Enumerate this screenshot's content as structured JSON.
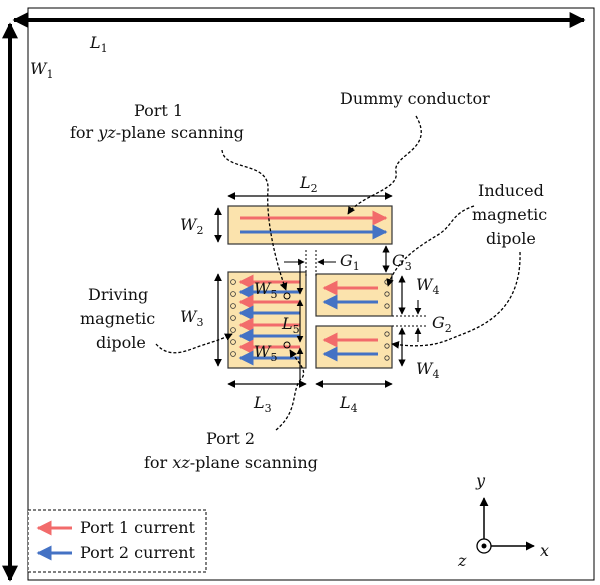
{
  "colors": {
    "patch_fill": "#fbe3ad",
    "patch_stroke": "#333333",
    "port1_current": "#f26b6b",
    "port2_current": "#4472c4"
  },
  "dimensions": {
    "L1": {
      "main": "L",
      "sub": "1"
    },
    "W1": {
      "main": "W",
      "sub": "1"
    },
    "L2": {
      "main": "L",
      "sub": "2"
    },
    "W2": {
      "main": "W",
      "sub": "2"
    },
    "W3": {
      "main": "W",
      "sub": "3"
    },
    "L3": {
      "main": "L",
      "sub": "3"
    },
    "L4": {
      "main": "L",
      "sub": "4"
    },
    "L5": {
      "main": "L",
      "sub": "5"
    },
    "W4_top": {
      "main": "W",
      "sub": "4"
    },
    "W4_bot": {
      "main": "W",
      "sub": "4"
    },
    "W5_top": {
      "main": "W",
      "sub": "5"
    },
    "W5_bot": {
      "main": "W",
      "sub": "5"
    },
    "G1": {
      "main": "G",
      "sub": "1"
    },
    "G2": {
      "main": "G",
      "sub": "2"
    },
    "G3": {
      "main": "G",
      "sub": "3"
    }
  },
  "annotations": {
    "port1_line1": "Port 1",
    "port1_line2_pre": "for ",
    "port1_line2_it": "yz",
    "port1_line2_post": "-plane scanning",
    "dummy": "Dummy conductor",
    "induced_1": "Induced",
    "induced_2": "magnetic",
    "induced_3": "dipole",
    "driving_1": "Driving",
    "driving_2": "magnetic",
    "driving_3": "dipole",
    "port2_line1": "Port 2",
    "port2_line2_pre": "for ",
    "port2_line2_it": "xz",
    "port2_line2_post": "-plane scanning"
  },
  "legend": {
    "port1": "Port 1 current",
    "port2": "Port 2 current"
  },
  "axes": {
    "y": "y",
    "z": "z",
    "x": "x"
  }
}
